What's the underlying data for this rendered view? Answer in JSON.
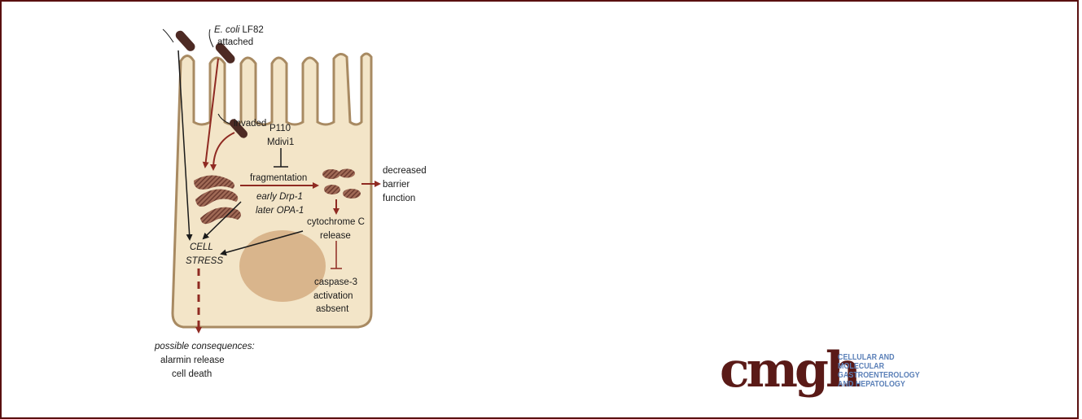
{
  "labels": {
    "ecoli_species": "E. coli",
    "ecoli_strain": " LF82",
    "attached": "attached",
    "invaded": "invaded",
    "p110": "P110",
    "mdivi1": "Mdivi1",
    "fragmentation": "fragmentation",
    "early_drp1": "early Drp-1",
    "later_opa1": "later OPA-1",
    "decreased": "decreased",
    "barrier": "barrier",
    "function": "function",
    "cytochrome": "cytochrome C",
    "release": "release",
    "cell": "CELL",
    "stress": "STRESS",
    "caspase": "caspase-3",
    "activation": "activation",
    "absent": "asbsent",
    "possible": "possible consequences:",
    "alarmin": "alarmin release",
    "death": "cell death"
  },
  "logo": {
    "mark": "cmgh",
    "line1": "CELLULAR AND",
    "line2": "MOLECULAR",
    "line3": "GASTROENTEROLOGY",
    "line4": "AND HEPATOLOGY"
  },
  "colors": {
    "cell_fill": "#f3e5c8",
    "cell_stroke": "#a88a62",
    "nucleus": "#d9b58c",
    "bacteria": "#4d2a24",
    "mito": "#8e5a4a",
    "arrow_red": "#8f2a22",
    "arrow_black": "#1a1a1a",
    "frame": "#5a1010",
    "logo_brown": "#5a1a17",
    "logo_blue": "#5b80b8"
  }
}
